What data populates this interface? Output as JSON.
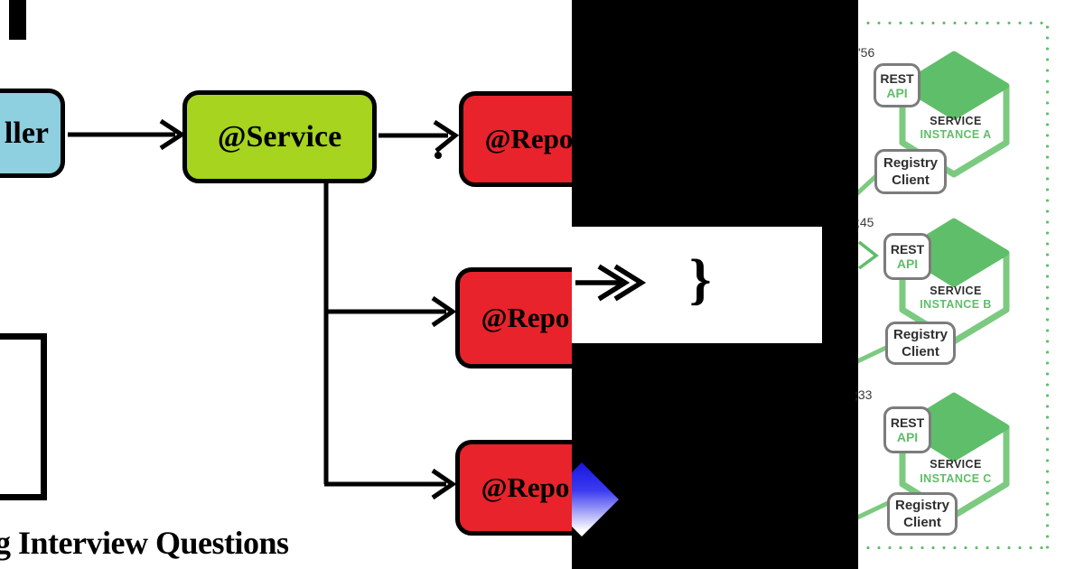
{
  "colors": {
    "controller_fill": "#8ECFE0",
    "service_fill": "#A6D41F",
    "repository_fill": "#E8232B",
    "outline_black": "#000000",
    "panel_green": "#5FBE69",
    "panel_green_light": "#7CCA80",
    "diamond_blue": "#2A2AE8",
    "mini_box_border_gray": "#7C7C7C",
    "dark_text": "#2F2F2F"
  },
  "left_diagram": {
    "controller_label": "ller",
    "service_label": "@Service",
    "repos": [
      "@Repo",
      "@Repo",
      "@Repo"
    ],
    "caption": "g Interview Questions"
  },
  "code_overlay": {
    "brace": "}"
  },
  "service_panel": {
    "instances": [
      {
        "port": "'56",
        "rest_line1": "REST",
        "rest_line2": "API",
        "service_line1": "SERVICE",
        "service_line2": "INSTANCE A",
        "registry_line1": "Registry",
        "registry_line2": "Client"
      },
      {
        "port": ";45",
        "rest_line1": "REST",
        "rest_line2": "API",
        "service_line1": "SERVICE",
        "service_line2": "INSTANCE B",
        "registry_line1": "Registry",
        "registry_line2": "Client"
      },
      {
        "port": ";33",
        "rest_line1": "REST",
        "rest_line2": "API",
        "service_line1": "SERVICE",
        "service_line2": "INSTANCE C",
        "registry_line1": "Registry",
        "registry_line2": "Client"
      }
    ]
  }
}
